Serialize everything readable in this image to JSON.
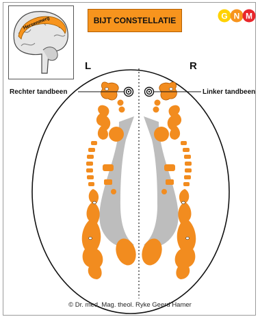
{
  "title": "BIJT CONSTELLATIE",
  "logo": {
    "letters": [
      "G",
      "N",
      "M"
    ],
    "colors": [
      "#ffd200",
      "#f7941d",
      "#e8262b"
    ]
  },
  "brain_label": "Hersenmerg",
  "side_left": "L",
  "side_right": "R",
  "label_left": "Rechter tandbeen",
  "label_right": "Linker tandbeen",
  "copyright": "© Dr. med. Mag. theol. Ryke Geerd Hamer",
  "colors": {
    "accent": "#f7941d",
    "relay": "#f28c1f",
    "band": "#bdbdbd"
  }
}
